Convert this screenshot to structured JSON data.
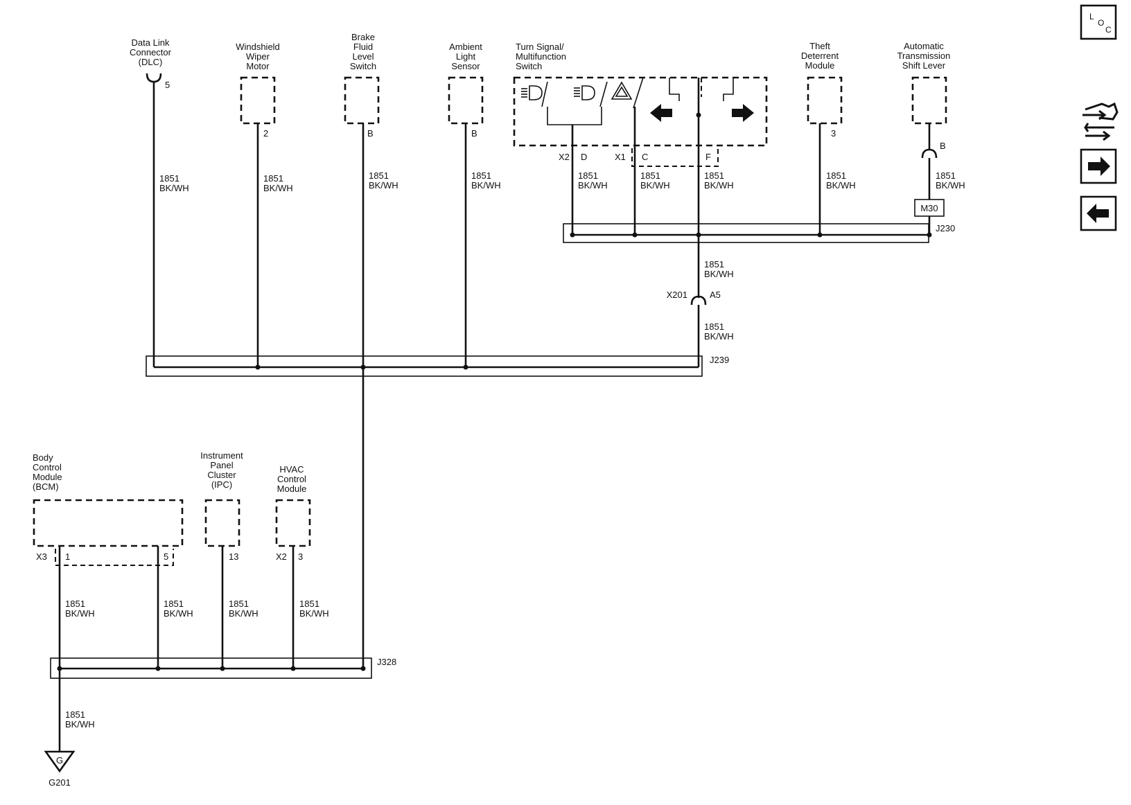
{
  "circuit": {
    "number": "1851",
    "color": "BK/WH"
  },
  "components": {
    "dlc": {
      "lines": [
        "Data Link",
        "Connector",
        "(DLC)"
      ],
      "pin": "5"
    },
    "wiper": {
      "lines": [
        "Windshield",
        "Wiper",
        "Motor"
      ],
      "pin": "2"
    },
    "brake": {
      "lines": [
        "Brake",
        "Fluid",
        "Level",
        "Switch"
      ],
      "pin": "B"
    },
    "ambient": {
      "lines": [
        "Ambient",
        "Light",
        "Sensor"
      ],
      "pin": "B"
    },
    "turn": {
      "lines": [
        "Turn Signal/",
        "Multifunction",
        "Switch"
      ],
      "x2": "X2",
      "pin_d": "D",
      "x1": "X1",
      "pin_c": "C",
      "pin_f": "F"
    },
    "theft": {
      "lines": [
        "Theft",
        "Deterrent",
        "Module"
      ],
      "pin": "3"
    },
    "shift": {
      "lines": [
        "Automatic",
        "Transmission",
        "Shift Lever"
      ],
      "pin": "B",
      "connector": "M30"
    },
    "bcm": {
      "lines": [
        "Body",
        "Control",
        "Module",
        "(BCM)"
      ],
      "x3": "X3",
      "pin1": "1",
      "pin5": "5"
    },
    "ipc": {
      "lines": [
        "Instrument",
        "Panel",
        "Cluster",
        "(IPC)"
      ],
      "pin": "13"
    },
    "hvac": {
      "lines": [
        "HVAC",
        "Control",
        "Module"
      ],
      "x2": "X2",
      "pin": "3"
    }
  },
  "connectors": {
    "x201": "X201",
    "a5": "A5"
  },
  "splices": {
    "j230": "J230",
    "j239": "J239",
    "j328": "J328"
  },
  "ground": {
    "symbol": "G",
    "label": "G201"
  },
  "nav": {
    "loc_l": "L",
    "loc_o": "O",
    "loc_c": "C",
    "icons": [
      "loc-icon",
      "harness-icon",
      "arrow-right-icon",
      "arrow-left-icon"
    ]
  }
}
